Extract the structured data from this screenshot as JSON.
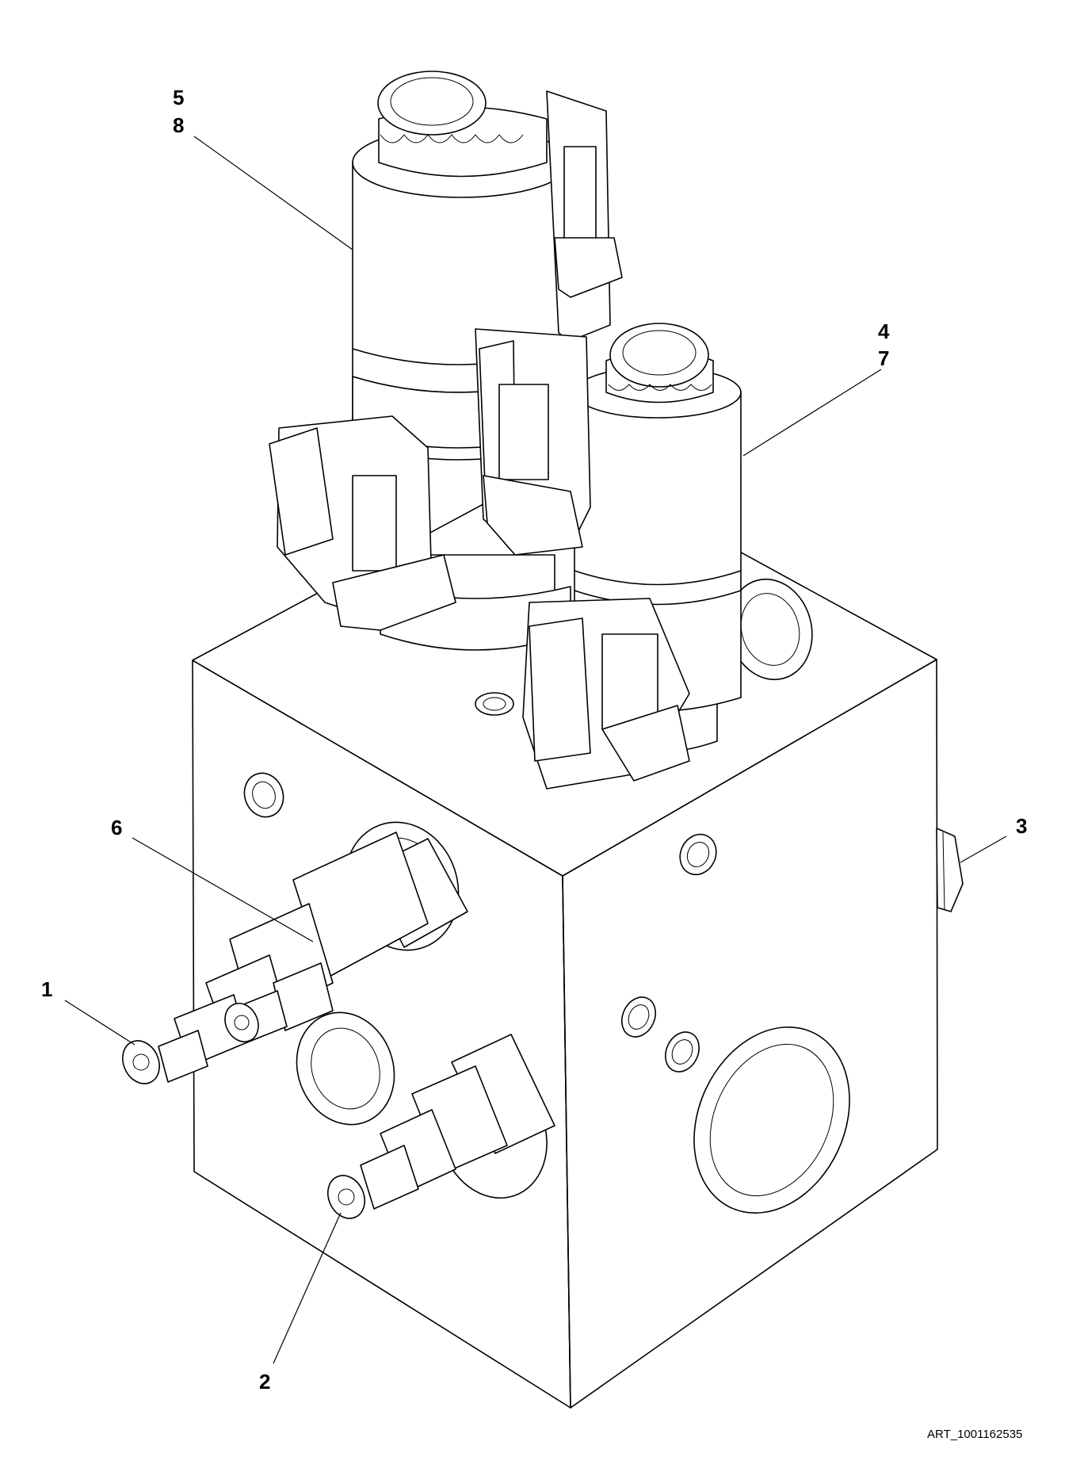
{
  "drawing": {
    "art_id": "ART_1001162535",
    "callouts": [
      {
        "id": "1",
        "text": "1"
      },
      {
        "id": "2",
        "text": "2"
      },
      {
        "id": "3",
        "text": "3"
      },
      {
        "id": "4",
        "text": "4"
      },
      {
        "id": "7",
        "text": "7"
      },
      {
        "id": "5",
        "text": "5"
      },
      {
        "id": "8",
        "text": "8"
      },
      {
        "id": "6",
        "text": "6"
      }
    ]
  }
}
